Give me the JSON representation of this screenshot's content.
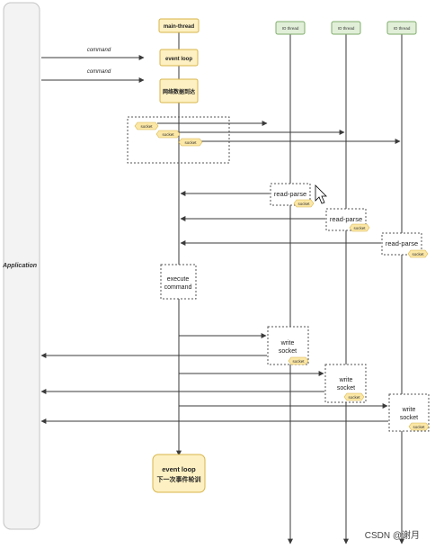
{
  "application": {
    "label": "Application"
  },
  "main_thread": {
    "header": "main-thread",
    "event_loop": "event loop",
    "network_data": "网络数据到达",
    "execute": [
      "execute",
      "command"
    ],
    "next_loop": [
      "event loop",
      "下一次事件轮训"
    ]
  },
  "io_threads": [
    {
      "header": "IO thread"
    },
    {
      "header": "IO thread"
    },
    {
      "header": "IO thread"
    }
  ],
  "commands": [
    "command",
    "command"
  ],
  "sockets": [
    "socket",
    "socket",
    "socket"
  ],
  "read_parse": {
    "label": "read-parse",
    "tag": "socket"
  },
  "write": {
    "lines": [
      "write",
      "socket"
    ],
    "tag": "socket"
  },
  "watermark": "CSDN @谢月",
  "colors": {
    "main_fill": "#fdf0c2",
    "main_stroke": "#d8b54a",
    "io_fill": "#e1efd9",
    "io_stroke": "#7fae6a",
    "app_fill": "#f3f3f3",
    "tag_fill": "#fbe7a6",
    "line": "#3a3a3a"
  }
}
